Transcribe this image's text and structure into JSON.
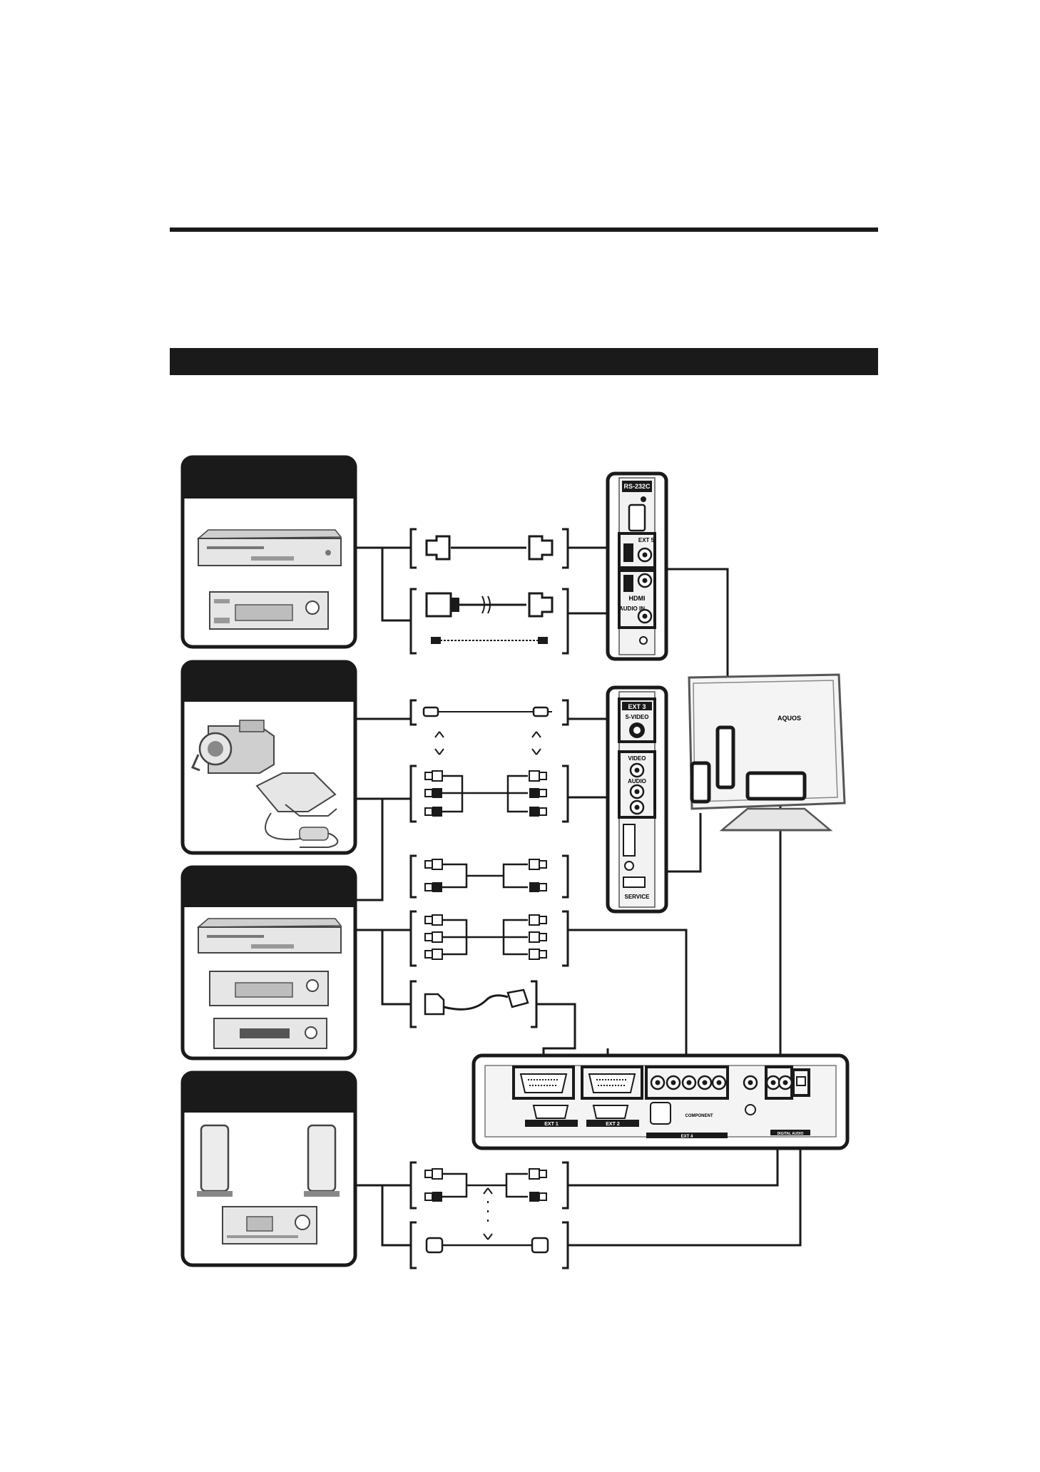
{
  "panel_labels": {
    "rs232c": "RS-232C",
    "ext5": "EXT 5",
    "hdmi": "HDMI",
    "audio_in": "AUDIO IN",
    "ext3": "EXT 3",
    "s_video": "S-VIDEO",
    "video": "VIDEO",
    "audio": "AUDIO",
    "service": "SERVICE",
    "ext1": "EXT 1",
    "ext2": "EXT 2",
    "ext4": "EXT 4",
    "component": "COMPONENT",
    "digital_audio": "DIGITAL AUDIO",
    "brand": "AQUOS"
  },
  "colors": {
    "ink": "#1a1a1a",
    "device_fill": "#e6e6e6",
    "device_shade": "#bdbdbd",
    "paper": "#ffffff"
  }
}
